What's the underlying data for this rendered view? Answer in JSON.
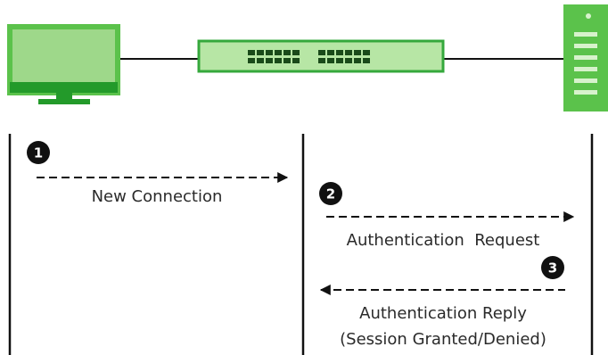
{
  "devices": {
    "client": "computer-icon",
    "switch": "switch-icon",
    "server": "server-icon"
  },
  "colors": {
    "device_light": "#9ed88a",
    "device_green": "#5bc24b",
    "device_dark": "#239a2a",
    "switch_fill": "#b7e6a5",
    "switch_border": "#35a83c",
    "ports": "#1a4a1a",
    "line": "#111111",
    "text": "#2a2a2a"
  },
  "steps": [
    {
      "number": "1",
      "label": "New Connection",
      "direction": "right"
    },
    {
      "number": "2",
      "label": "Authentication  Request",
      "direction": "right"
    },
    {
      "number": "3",
      "label": "Authentication Reply",
      "label2": "(Session Granted/Denied)",
      "direction": "left"
    }
  ]
}
